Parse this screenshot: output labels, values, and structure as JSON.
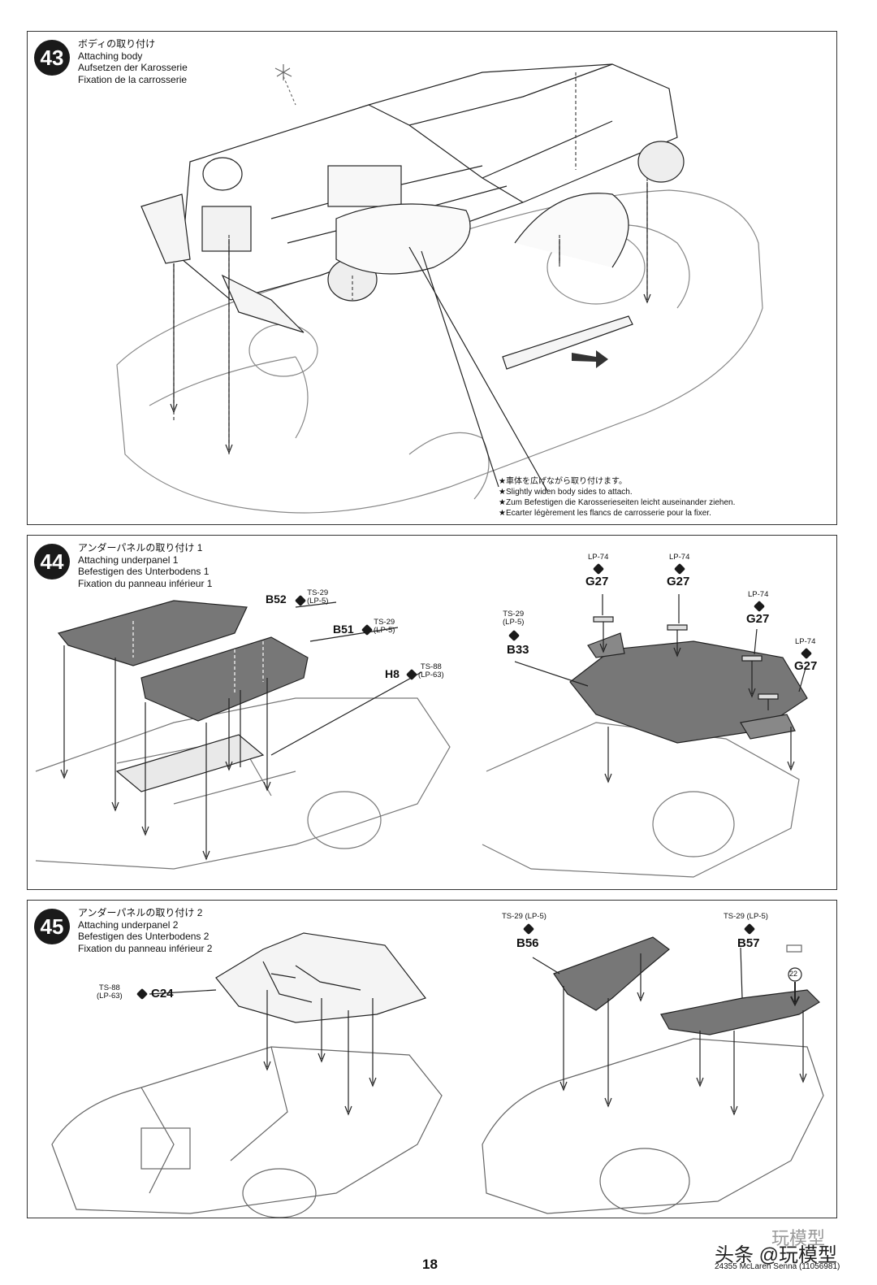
{
  "steps": [
    {
      "number": "43",
      "title_jp": "ボディの取り付け",
      "title_en": "Attaching body",
      "title_de": "Aufsetzen der Karosserie",
      "title_fr": "Fixation de la carrosserie",
      "notes": [
        "★車体を広げながら取り付けます。",
        "★Slightly widen body sides to attach.",
        "★Zum Befestigen die Karosserieseiten leicht auseinander ziehen.",
        "★Ecarter légèrement les flancs de carrosserie pour la fixer."
      ]
    },
    {
      "number": "44",
      "title_jp": "アンダーパネルの取り付け 1",
      "title_en": "Attaching underpanel 1",
      "title_de": "Befestigen des Unterbodens 1",
      "title_fr": "Fixation du panneau inférieur 1",
      "left_parts": [
        {
          "part": "B52",
          "paint": "TS-29",
          "paint2": "(LP-5)"
        },
        {
          "part": "B51",
          "paint": "TS-29",
          "paint2": "(LP-5)"
        },
        {
          "part": "H8",
          "paint": "TS-88",
          "paint2": "(LP-63)"
        }
      ],
      "right_parts": [
        {
          "part": "G27",
          "paint": "LP-74"
        },
        {
          "part": "G27",
          "paint": "LP-74"
        },
        {
          "part": "G27",
          "paint": "LP-74"
        },
        {
          "part": "G27",
          "paint": "LP-74"
        },
        {
          "part": "B33",
          "paint": "TS-29",
          "paint2": "(LP-5)"
        }
      ]
    },
    {
      "number": "45",
      "title_jp": "アンダーパネルの取り付け 2",
      "title_en": "Attaching underpanel 2",
      "title_de": "Befestigen des Unterbodens 2",
      "title_fr": "Fixation du panneau inférieur 2",
      "left_parts": [
        {
          "part": "C24",
          "paint": "TS-88",
          "paint2": "(LP-63)"
        }
      ],
      "right_parts": [
        {
          "part": "B56",
          "paint": "TS-29 (LP-5)"
        },
        {
          "part": "B57",
          "paint": "TS-29 (LP-5)"
        }
      ],
      "decal": "22"
    }
  ],
  "page": {
    "number": "18",
    "footer": "24355  McLaren Senna (11056981)",
    "watermark": "头条 @玩模型",
    "watermark_faint": "玩模型"
  }
}
